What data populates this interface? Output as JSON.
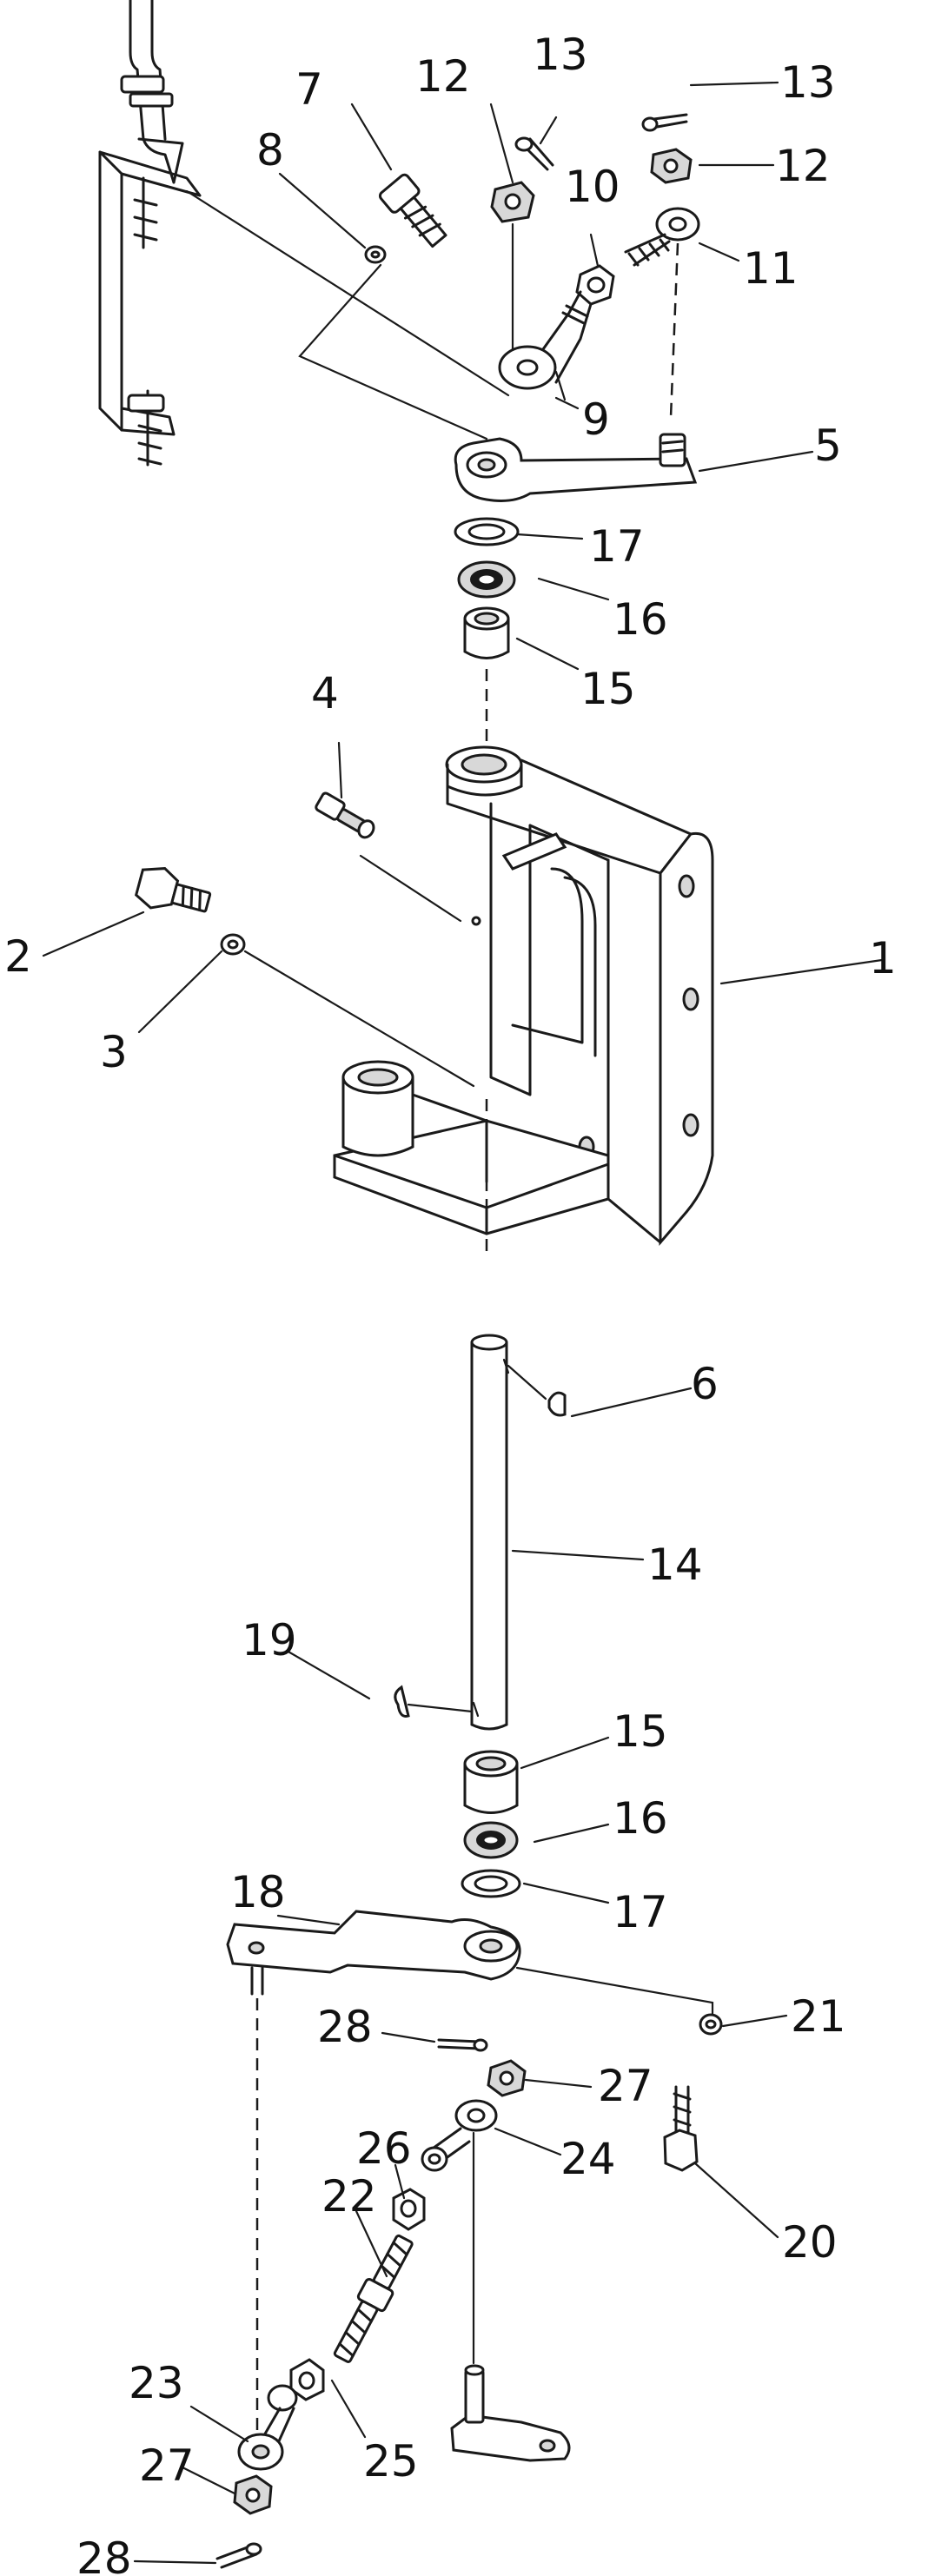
{
  "callouts": [
    {
      "id": "c1",
      "text": "1"
    },
    {
      "id": "c2",
      "text": "2"
    },
    {
      "id": "c3",
      "text": "3"
    },
    {
      "id": "c4",
      "text": "4"
    },
    {
      "id": "c5",
      "text": "5"
    },
    {
      "id": "c6",
      "text": "6"
    },
    {
      "id": "c7",
      "text": "7"
    },
    {
      "id": "c8",
      "text": "8"
    },
    {
      "id": "c9",
      "text": "9"
    },
    {
      "id": "c10",
      "text": "10"
    },
    {
      "id": "c11",
      "text": "11"
    },
    {
      "id": "c12a",
      "text": "12"
    },
    {
      "id": "c12b",
      "text": "12"
    },
    {
      "id": "c13a",
      "text": "13"
    },
    {
      "id": "c13b",
      "text": "13"
    },
    {
      "id": "c14",
      "text": "14"
    },
    {
      "id": "c15a",
      "text": "15"
    },
    {
      "id": "c15b",
      "text": "15"
    },
    {
      "id": "c16a",
      "text": "16"
    },
    {
      "id": "c16b",
      "text": "16"
    },
    {
      "id": "c17a",
      "text": "17"
    },
    {
      "id": "c17b",
      "text": "17"
    },
    {
      "id": "c18",
      "text": "18"
    },
    {
      "id": "c19",
      "text": "19"
    },
    {
      "id": "c20",
      "text": "20"
    },
    {
      "id": "c21",
      "text": "21"
    },
    {
      "id": "c22",
      "text": "22"
    },
    {
      "id": "c23",
      "text": "23"
    },
    {
      "id": "c24",
      "text": "24"
    },
    {
      "id": "c25",
      "text": "25"
    },
    {
      "id": "c26",
      "text": "26"
    },
    {
      "id": "c27a",
      "text": "27"
    },
    {
      "id": "c27b",
      "text": "27"
    },
    {
      "id": "c28a",
      "text": "28"
    },
    {
      "id": "c28b",
      "text": "28"
    }
  ]
}
